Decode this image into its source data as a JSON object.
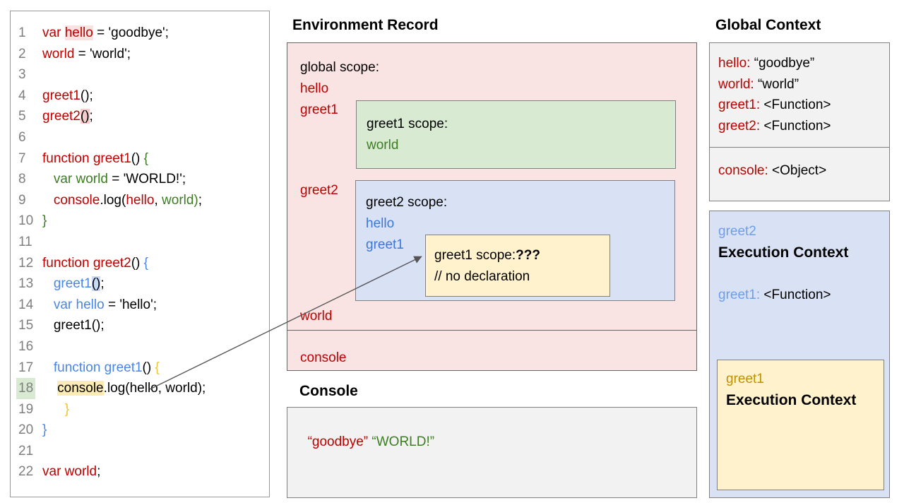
{
  "colors": {
    "code_red": "#c00000",
    "code_green": "#3c7d21",
    "code_blue": "#4a86e8",
    "scope_blue_text": "#3c78d8",
    "context_light_blue": "#6d9eeb",
    "gold_text": "#bf9000",
    "gold_brace": "#f1c232",
    "pink_fill": "#fae3e3",
    "green_fill": "#d9ead3",
    "blue_fill": "#d9e2f5",
    "yellow_fill": "#fff2cc",
    "gray_fill": "#f2f2f2",
    "highlight_pink": "#f4cccc",
    "highlight_blue": "#c9daf8",
    "highlight_yellow": "#fcecb3",
    "highlight_green": "#d9ead3",
    "arrow": "#555555"
  },
  "code_panel": {
    "lines": [
      {
        "num": "1",
        "numHl": false,
        "segments": [
          {
            "t": "var ",
            "c": "r"
          },
          {
            "t": "hello",
            "c": "r",
            "hl": "pinkFaint"
          },
          {
            "t": " = 'goodbye';",
            "c": "k"
          }
        ]
      },
      {
        "num": "2",
        "numHl": false,
        "segments": [
          {
            "t": "world",
            "c": "r"
          },
          {
            "t": " = 'world';",
            "c": "k"
          }
        ]
      },
      {
        "num": "3",
        "numHl": false,
        "segments": []
      },
      {
        "num": "4",
        "numHl": false,
        "segments": [
          {
            "t": "greet1",
            "c": "r"
          },
          {
            "t": "();",
            "c": "k"
          }
        ]
      },
      {
        "num": "5",
        "numHl": false,
        "segments": [
          {
            "t": "greet2",
            "c": "r"
          },
          {
            "t": "()",
            "c": "k",
            "hl": "pink"
          },
          {
            "t": ";",
            "c": "k"
          }
        ]
      },
      {
        "num": "6",
        "numHl": false,
        "segments": []
      },
      {
        "num": "7",
        "numHl": false,
        "segments": [
          {
            "t": "function greet1",
            "c": "r"
          },
          {
            "t": "() ",
            "c": "k"
          },
          {
            "t": "{",
            "c": "g"
          }
        ]
      },
      {
        "num": "8",
        "numHl": false,
        "segments": [
          {
            "t": "   ",
            "c": "k"
          },
          {
            "t": "var world",
            "c": "g"
          },
          {
            "t": " = 'WORLD!';",
            "c": "k"
          }
        ]
      },
      {
        "num": "9",
        "numHl": false,
        "segments": [
          {
            "t": "   ",
            "c": "k"
          },
          {
            "t": "console",
            "c": "r"
          },
          {
            "t": ".log(",
            "c": "k"
          },
          {
            "t": "hello",
            "c": "r"
          },
          {
            "t": ", ",
            "c": "k"
          },
          {
            "t": "world)",
            "c": "g"
          },
          {
            "t": ";",
            "c": "k"
          }
        ]
      },
      {
        "num": "10",
        "numHl": false,
        "segments": [
          {
            "t": "}",
            "c": "g"
          }
        ]
      },
      {
        "num": "11",
        "numHl": false,
        "segments": []
      },
      {
        "num": "12",
        "numHl": false,
        "segments": [
          {
            "t": "function greet2",
            "c": "r"
          },
          {
            "t": "() ",
            "c": "k"
          },
          {
            "t": "{",
            "c": "b"
          }
        ]
      },
      {
        "num": "13",
        "numHl": false,
        "segments": [
          {
            "t": "   ",
            "c": "k"
          },
          {
            "t": "greet1",
            "c": "b"
          },
          {
            "t": "()",
            "c": "k",
            "hl": "blue"
          },
          {
            "t": ";",
            "c": "k"
          }
        ]
      },
      {
        "num": "14",
        "numHl": false,
        "segments": [
          {
            "t": "   ",
            "c": "k"
          },
          {
            "t": "var hello",
            "c": "b"
          },
          {
            "t": " = 'hello';",
            "c": "k"
          }
        ]
      },
      {
        "num": "15",
        "numHl": false,
        "segments": [
          {
            "t": "   ",
            "c": "k"
          },
          {
            "t": "greet1();",
            "c": "k"
          }
        ]
      },
      {
        "num": "16",
        "numHl": false,
        "segments": []
      },
      {
        "num": "17",
        "numHl": false,
        "segments": [
          {
            "t": "   ",
            "c": "k"
          },
          {
            "t": "function greet1",
            "c": "b"
          },
          {
            "t": "() ",
            "c": "k"
          },
          {
            "t": "{",
            "c": "y"
          }
        ]
      },
      {
        "num": "18",
        "numHl": true,
        "segments": [
          {
            "t": "    ",
            "c": "k"
          },
          {
            "t": "console",
            "c": "k",
            "hl": "yellow"
          },
          {
            "t": ".log(hello, world);",
            "c": "k"
          }
        ]
      },
      {
        "num": "19",
        "numHl": false,
        "segments": [
          {
            "t": "      ",
            "c": "k"
          },
          {
            "t": "}",
            "c": "y"
          }
        ]
      },
      {
        "num": "20",
        "numHl": false,
        "segments": [
          {
            "t": "}",
            "c": "b"
          }
        ]
      },
      {
        "num": "21",
        "numHl": false,
        "segments": []
      },
      {
        "num": "22",
        "numHl": false,
        "segments": [
          {
            "t": "var world",
            "c": "r"
          },
          {
            "t": ";",
            "c": "k"
          }
        ]
      }
    ]
  },
  "environment_record": {
    "title": "Environment Record",
    "global_scope_label": "global scope:",
    "global_vars": [
      "hello",
      "greet1"
    ],
    "greet1_scope": {
      "label": "greet1 scope:",
      "var": "world"
    },
    "greet2_label": "greet2",
    "greet2_scope": {
      "label": "greet2 scope:",
      "vars": [
        "hello",
        "greet1"
      ],
      "greet1_inner": {
        "label": "greet1 scope:",
        "unknown": "???",
        "comment": "// no declaration"
      }
    },
    "global_var_world": "world",
    "console_row": "console"
  },
  "console_panel": {
    "title": "Console",
    "output_red": "“goodbye”",
    "output_sep": " ",
    "output_green": "“WORLD!”"
  },
  "global_context": {
    "title": "Global Context",
    "top_entries": [
      {
        "key": "hello:",
        "value": " “goodbye”"
      },
      {
        "key": "world:",
        "value": " “world”"
      },
      {
        "key": "greet1:",
        "value": " <Function>"
      },
      {
        "key": "greet2:",
        "value": " <Function>"
      }
    ],
    "bottom_entries": [
      {
        "key": "console:",
        "value": " <Object>"
      }
    ]
  },
  "greet2_execution_context": {
    "name": "greet2",
    "title": "Execution Context",
    "entries": [
      {
        "key": "greet1:",
        "value": " <Function>"
      }
    ],
    "greet1_execution_context": {
      "name": "greet1",
      "title": "Execution Context"
    }
  }
}
